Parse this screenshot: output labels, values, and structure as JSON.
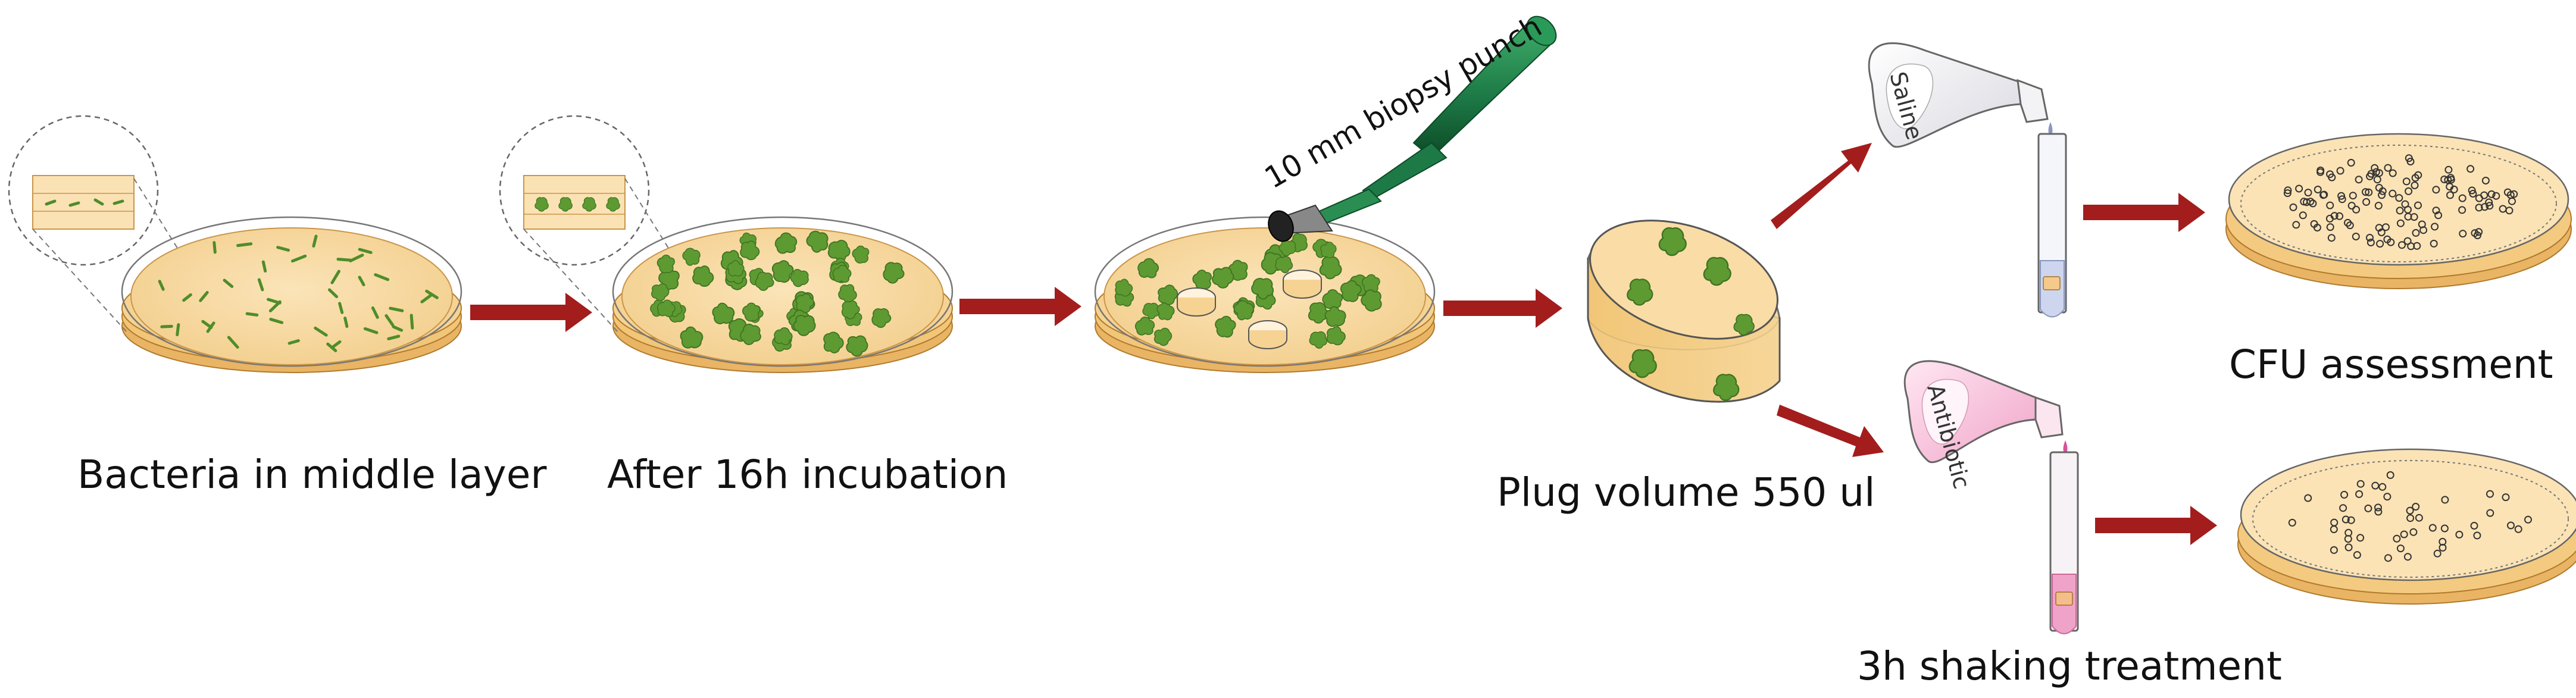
{
  "labels": {
    "bacteria_middle_layer": "Bacteria in middle layer",
    "after_incubation": "After 16h incubation",
    "biopsy_punch": "10 mm biopsy punch",
    "plug_volume": "Plug volume 550 ul",
    "cfu_assessment": "CFU assessment",
    "shaking_treatment": "3h shaking treatment"
  },
  "flasks": {
    "saline": "Saline",
    "antibiotic": "Antibiotic"
  },
  "colors": {
    "agar": "#f8d9a3",
    "agar_edge": "#e8b25e",
    "colony": "#5e9a32",
    "arrow": "#a31d1d",
    "punch": "#1d7a46",
    "saline_liquid": "#cdd6ee",
    "antibiotic_liquid": "#f0a3c8"
  }
}
